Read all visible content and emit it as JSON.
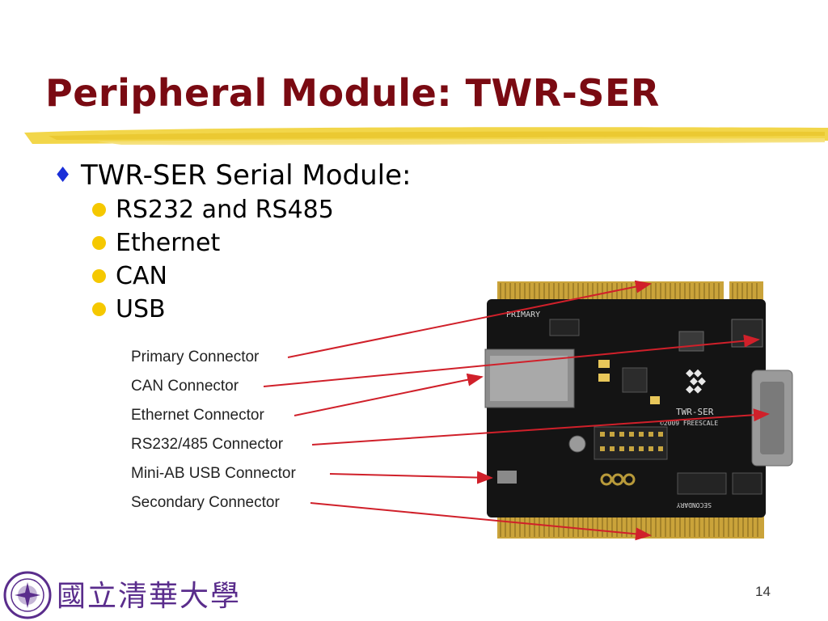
{
  "slide": {
    "title": "Peripheral Module: TWR-SER",
    "main_bullet": "TWR-SER Serial Module:",
    "sub_bullets": [
      "RS232 and RS485",
      "Ethernet",
      "CAN",
      "USB"
    ],
    "page_number": "14"
  },
  "figure": {
    "callouts": [
      "Primary Connector",
      "CAN Connector",
      "Ethernet Connector",
      "RS232/485 Connector",
      "Mini-AB USB Connector",
      "Secondary Connector"
    ],
    "board_silkscreen": [
      "PRIMARY",
      "TWR-SER",
      "©2009 FREESCALE",
      "SECONDARY"
    ]
  },
  "footer": {
    "university_name": "國立清華大學",
    "seal_icon": "university-seal-icon"
  },
  "colors": {
    "title": "#7a0a12",
    "underline": "#f2d64a",
    "diamond_bullet": "#1a2fd8",
    "sub_bullet": "#f5c800",
    "callout_arrow": "#d0202a",
    "board": "#141414",
    "gold_fingers": "#caa33a",
    "university_blue": "#5a2d8c"
  }
}
